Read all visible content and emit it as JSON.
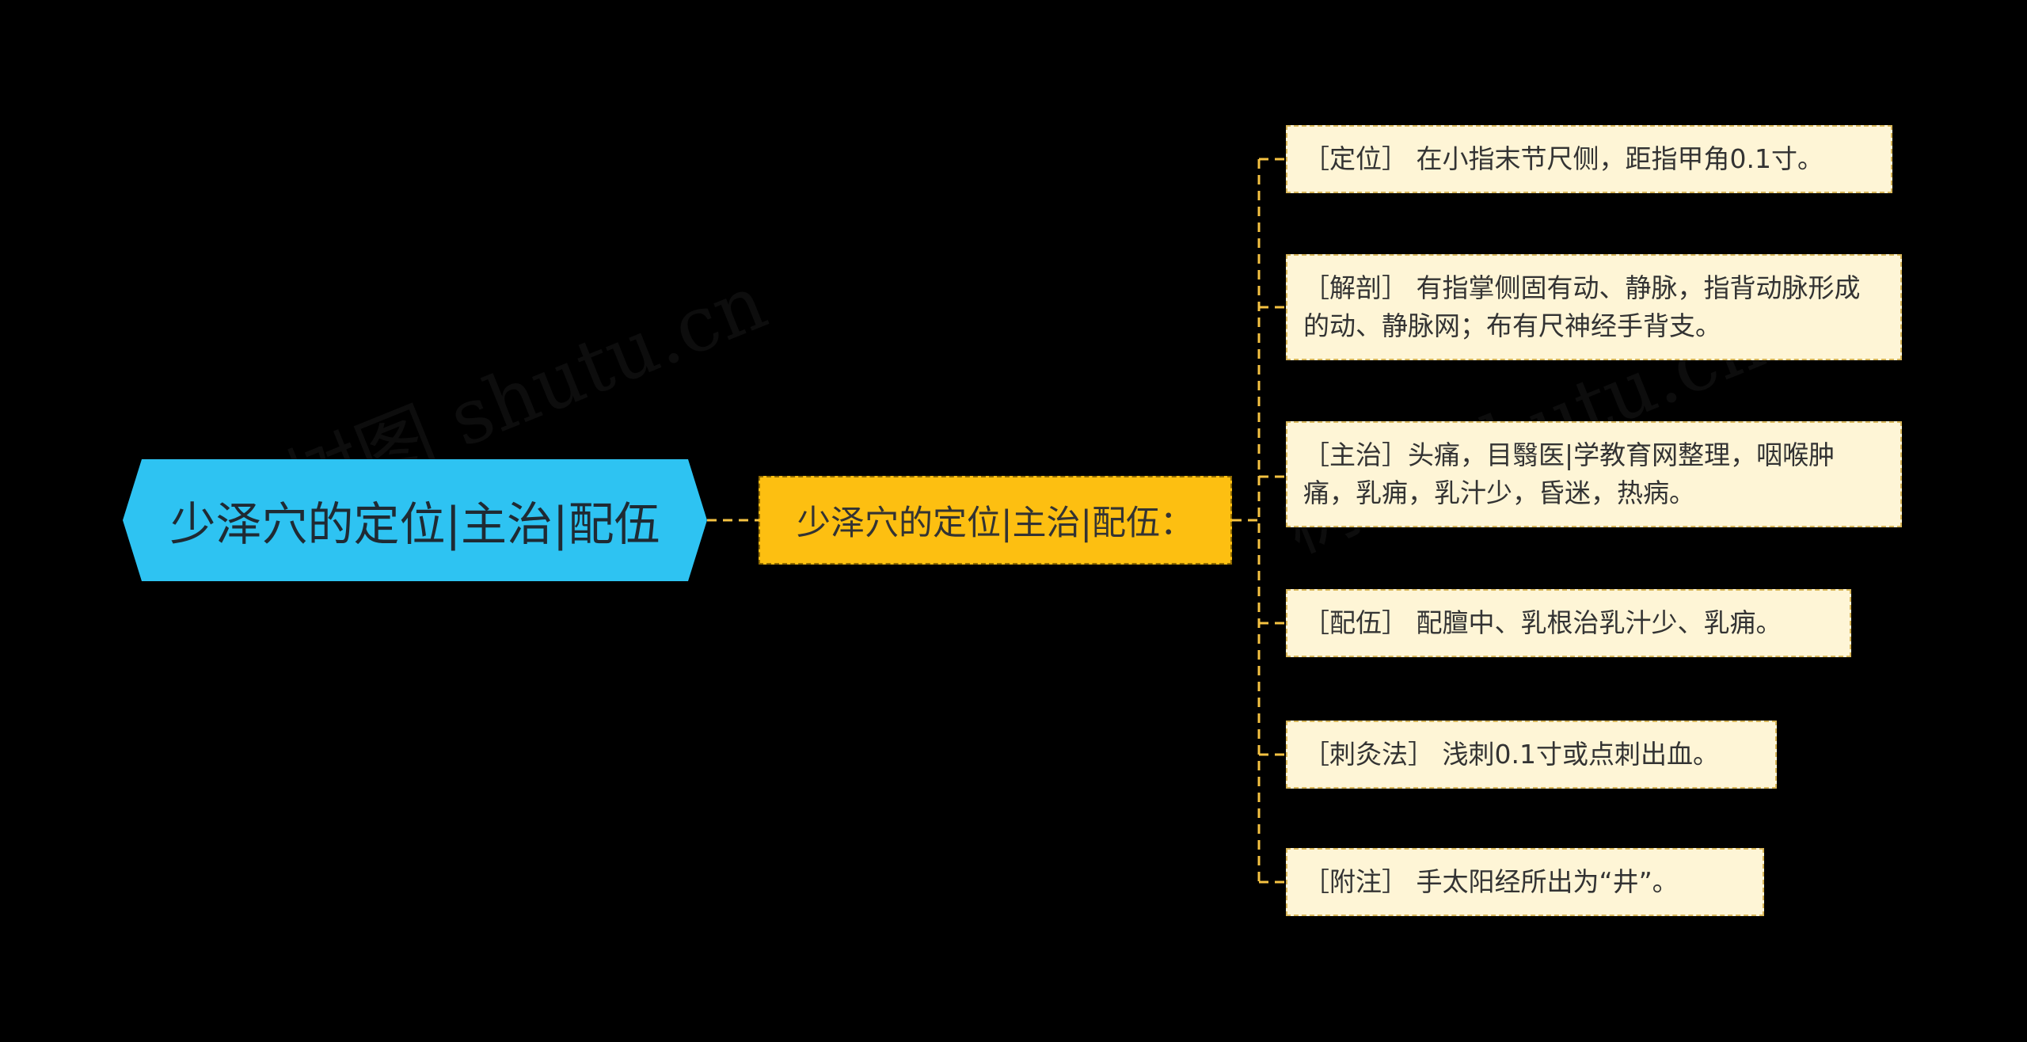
{
  "colors": {
    "background": "#000000",
    "root_fill": "#2ec3f2",
    "center_fill": "#fdbf11",
    "leaf_fill": "#fef5d6",
    "leaf_border": "#d8b659",
    "connector": "#f5c242"
  },
  "root": {
    "label": "少泽穴的定位|主治|配伍"
  },
  "center": {
    "label": "少泽穴的定位|主治|配伍："
  },
  "leaves": [
    {
      "text": "［定位］ 在小指末节尺侧，距指甲角0.1寸。"
    },
    {
      "text": "［解剖］ 有指掌侧固有动、静脉，指背动脉形成的动、静脉网；布有尺神经手背支。"
    },
    {
      "text": "［主治］头痛，目翳医|学教育网整理，咽喉肿痛，乳痈，乳汁少，昏迷，热病。"
    },
    {
      "text": "［配伍］ 配膻中、乳根治乳汁少、乳痈。"
    },
    {
      "text": "［刺灸法］ 浅刺0.1寸或点刺出血。"
    },
    {
      "text": "［附注］ 手太阳经所出为“井”。"
    }
  ],
  "watermarks": [
    "树图 shutu.cn",
    "树图 shutu.cn"
  ]
}
